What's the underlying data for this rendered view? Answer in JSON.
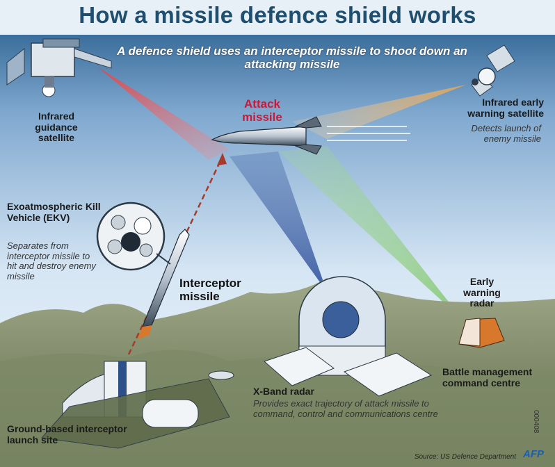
{
  "title": "How a missile defence shield works",
  "subtitle": "A defence shield uses an interceptor missile to shoot down an attacking missile",
  "labels": {
    "guidance_satellite": "Infrared guidance satellite",
    "attack_missile": "Attack missile",
    "early_warning_satellite": "Infrared early warning satellite",
    "early_warning_satellite_desc": "Detects launch of enemy missile",
    "ekv": "Exoatmospheric Kill Vehicle (EKV)",
    "ekv_desc": "Separates from interceptor missile to hit and destroy enemy missile",
    "interceptor": "Interceptor missile",
    "early_warning_radar": "Early warning radar",
    "battle_management": "Battle management command centre",
    "xband": "X-Band radar",
    "xband_desc": "Provides exact trajectory of attack missile to command, control and communications centre",
    "launch_site": "Ground-based interceptor launch site",
    "source": "Source: US Defence Department",
    "agency": "AFP",
    "graphic_id": "000408"
  },
  "colors": {
    "title": "#1f4e6e",
    "attack": "#c81a3a",
    "beam_red": "#f06060",
    "beam_yellow": "#f5c27a",
    "beam_blue": "#3a5fa8",
    "beam_green": "#8fcf7a"
  }
}
